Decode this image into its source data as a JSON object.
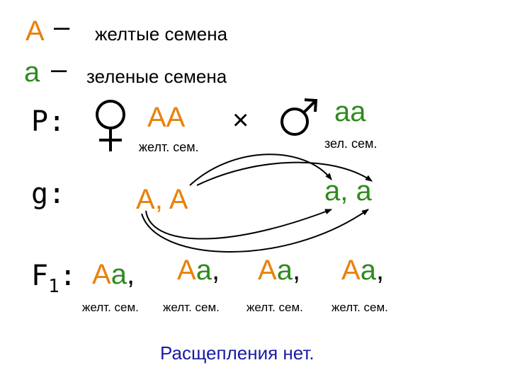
{
  "legend": {
    "dominant_symbol": "A",
    "dominant_desc": "желтые семена",
    "recessive_symbol": "a",
    "recessive_desc": "зеленые семена"
  },
  "parents": {
    "label": "P:",
    "female": {
      "genotype": "AA",
      "phenotype": "желт. сем."
    },
    "cross": "×",
    "male": {
      "genotype": "aa",
      "phenotype": "зел. сем."
    }
  },
  "gametes": {
    "label": "g:",
    "female": [
      "A",
      ", ",
      "A"
    ],
    "male": [
      "a",
      ", ",
      "a"
    ]
  },
  "offspring": {
    "label_main": "F",
    "label_sub": "1",
    "label_colon": ":",
    "items": [
      {
        "dominant": "A",
        "recessive": "a",
        "sep": ",",
        "phenotype": "желт. сем."
      },
      {
        "dominant": "A",
        "recessive": "a",
        "sep": ",",
        "phenotype": "желт. сем."
      },
      {
        "dominant": "A",
        "recessive": "a",
        "sep": ",",
        "phenotype": "желт. сем."
      },
      {
        "dominant": "A",
        "recessive": "a",
        "sep": ",",
        "phenotype": "желт. сем."
      }
    ]
  },
  "conclusion": "Расщепления нет.",
  "colors": {
    "dominant": "#e8820c",
    "recessive": "#2e8b1e",
    "text": "#000000",
    "conclusion": "#1a1aa6"
  },
  "icons": {
    "female": "female-sign-icon",
    "male": "male-sign-icon"
  }
}
